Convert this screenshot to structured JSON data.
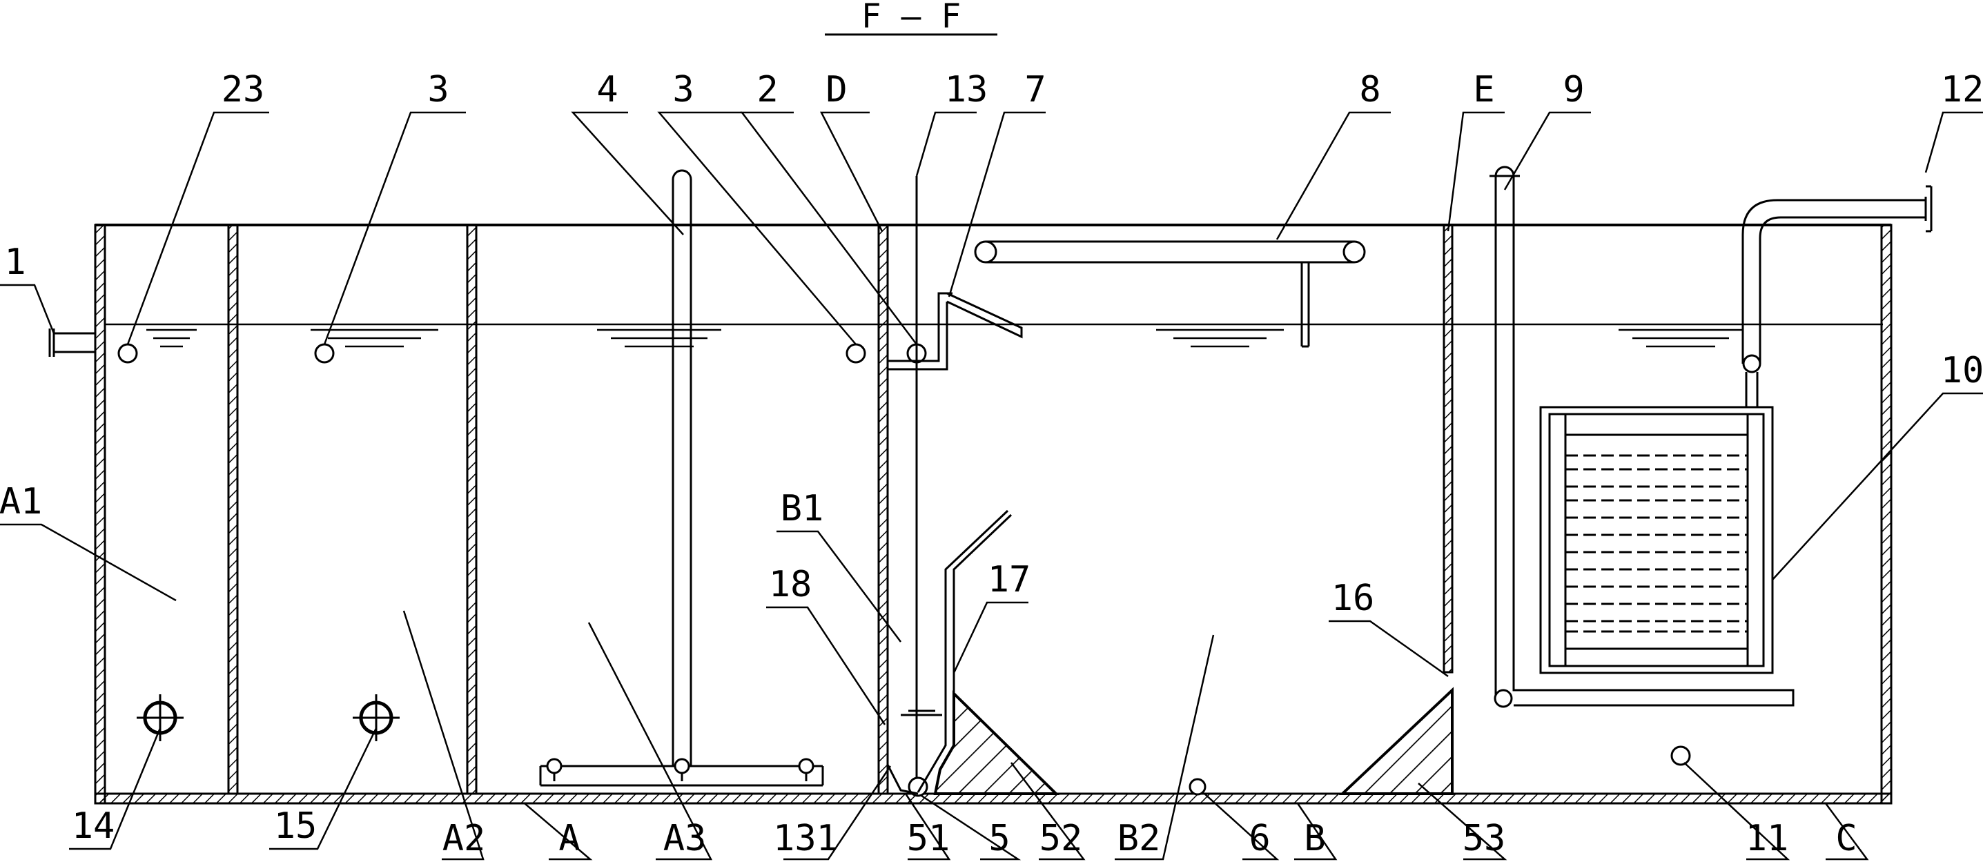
{
  "title": "F — F",
  "labels": {
    "l1": "1",
    "l23": "23",
    "l3a": "3",
    "l4": "4",
    "l3b": "3",
    "l2": "2",
    "lD": "D",
    "l13": "13",
    "l7": "7",
    "l8": "8",
    "lE": "E",
    "l9": "9",
    "l12": "12",
    "l10": "10",
    "lA1": "A1",
    "lB1": "B1",
    "l17": "17",
    "l18": "18",
    "l16": "16",
    "l14": "14",
    "l15": "15",
    "lA2": "A2",
    "lA": "A",
    "lA3": "A3",
    "l131": "131",
    "l51": "51",
    "l5": "5",
    "l52": "52",
    "lB2": "B2",
    "l6": "6",
    "lB": "B",
    "l53": "53",
    "l11": "11",
    "lC": "C"
  },
  "colors": {
    "line": "#000000",
    "background": "#ffffff"
  }
}
